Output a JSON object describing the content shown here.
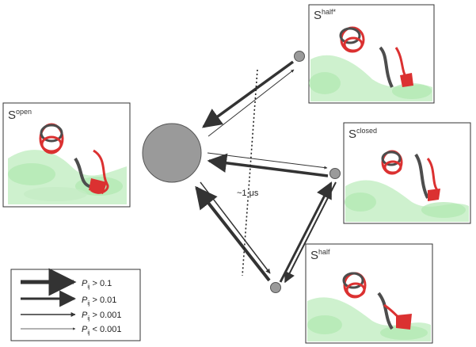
{
  "panels": [
    {
      "id": "open",
      "state": "S",
      "superscript": "open"
    },
    {
      "id": "halfstar",
      "state": "S",
      "superscript": "half*"
    },
    {
      "id": "closed",
      "state": "S",
      "superscript": "closed"
    },
    {
      "id": "half",
      "state": "S",
      "superscript": "half"
    }
  ],
  "timescale_label": "~1 μs",
  "legend": {
    "symbol": "P",
    "subscript": "ij",
    "items": [
      {
        "relation": "> 0.1"
      },
      {
        "relation": "> 0.01"
      },
      {
        "relation": "> 0.001"
      },
      {
        "relation": "< 0.001"
      }
    ]
  },
  "colors": {
    "node_fill": "#9a9a9a",
    "protein_green": "#9be39b",
    "helix_red": "#d81b1b",
    "helix_dark": "#3a3a3a",
    "arrow": "#333333"
  }
}
